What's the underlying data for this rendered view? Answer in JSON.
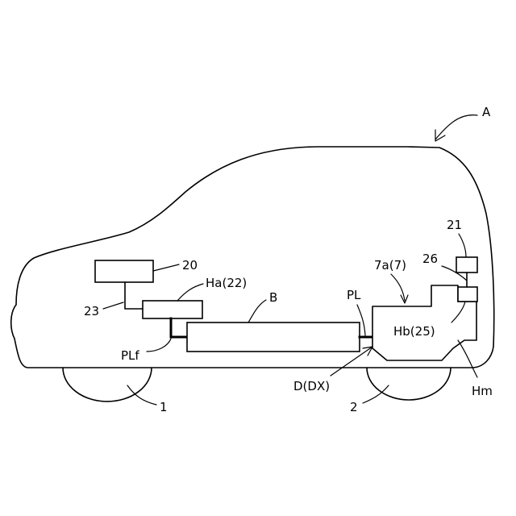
{
  "labels": {
    "vehicle": "A",
    "front_wheel": "1",
    "rear_wheel": "2",
    "battery": "B",
    "power_line": "PL",
    "power_line_front": "PLf",
    "component_20": "20",
    "component_21": "21",
    "line_23": "23",
    "component_26": "26",
    "heater_front": "Ha(22)",
    "heater_rear": "Hb(25)",
    "unit_7a": "7a(7)",
    "device": "D(DX)",
    "housing": "Hm"
  }
}
